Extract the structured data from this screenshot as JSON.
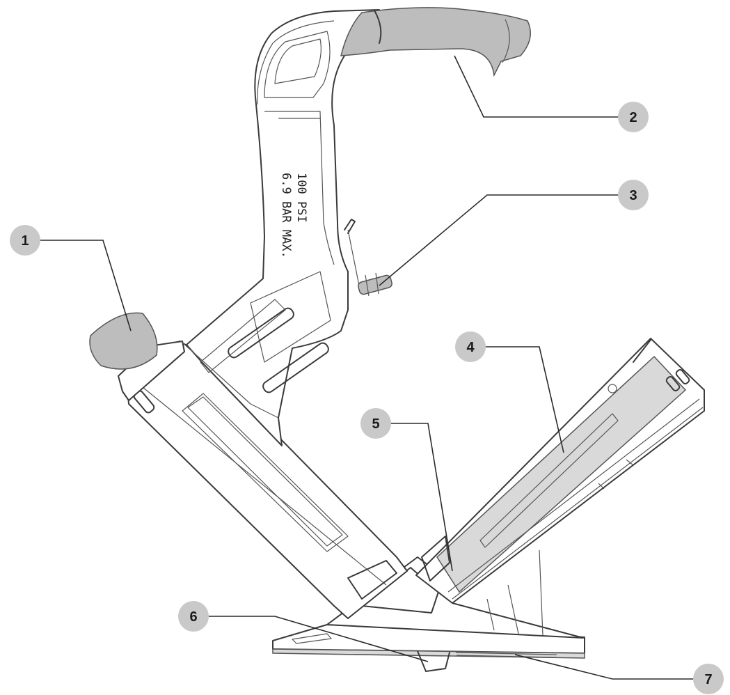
{
  "diagram": {
    "labels_on_tool": {
      "line1": "100 PSI",
      "line2": "6.9 BAR MAX."
    },
    "callouts": [
      {
        "number": "1"
      },
      {
        "number": "2"
      },
      {
        "number": "3"
      },
      {
        "number": "4"
      },
      {
        "number": "5"
      },
      {
        "number": "6"
      },
      {
        "number": "7"
      }
    ],
    "colors": {
      "callout_badge": "#c9c9c9",
      "grip": "#bdbdbd",
      "outline": "#3a3a3a"
    }
  }
}
